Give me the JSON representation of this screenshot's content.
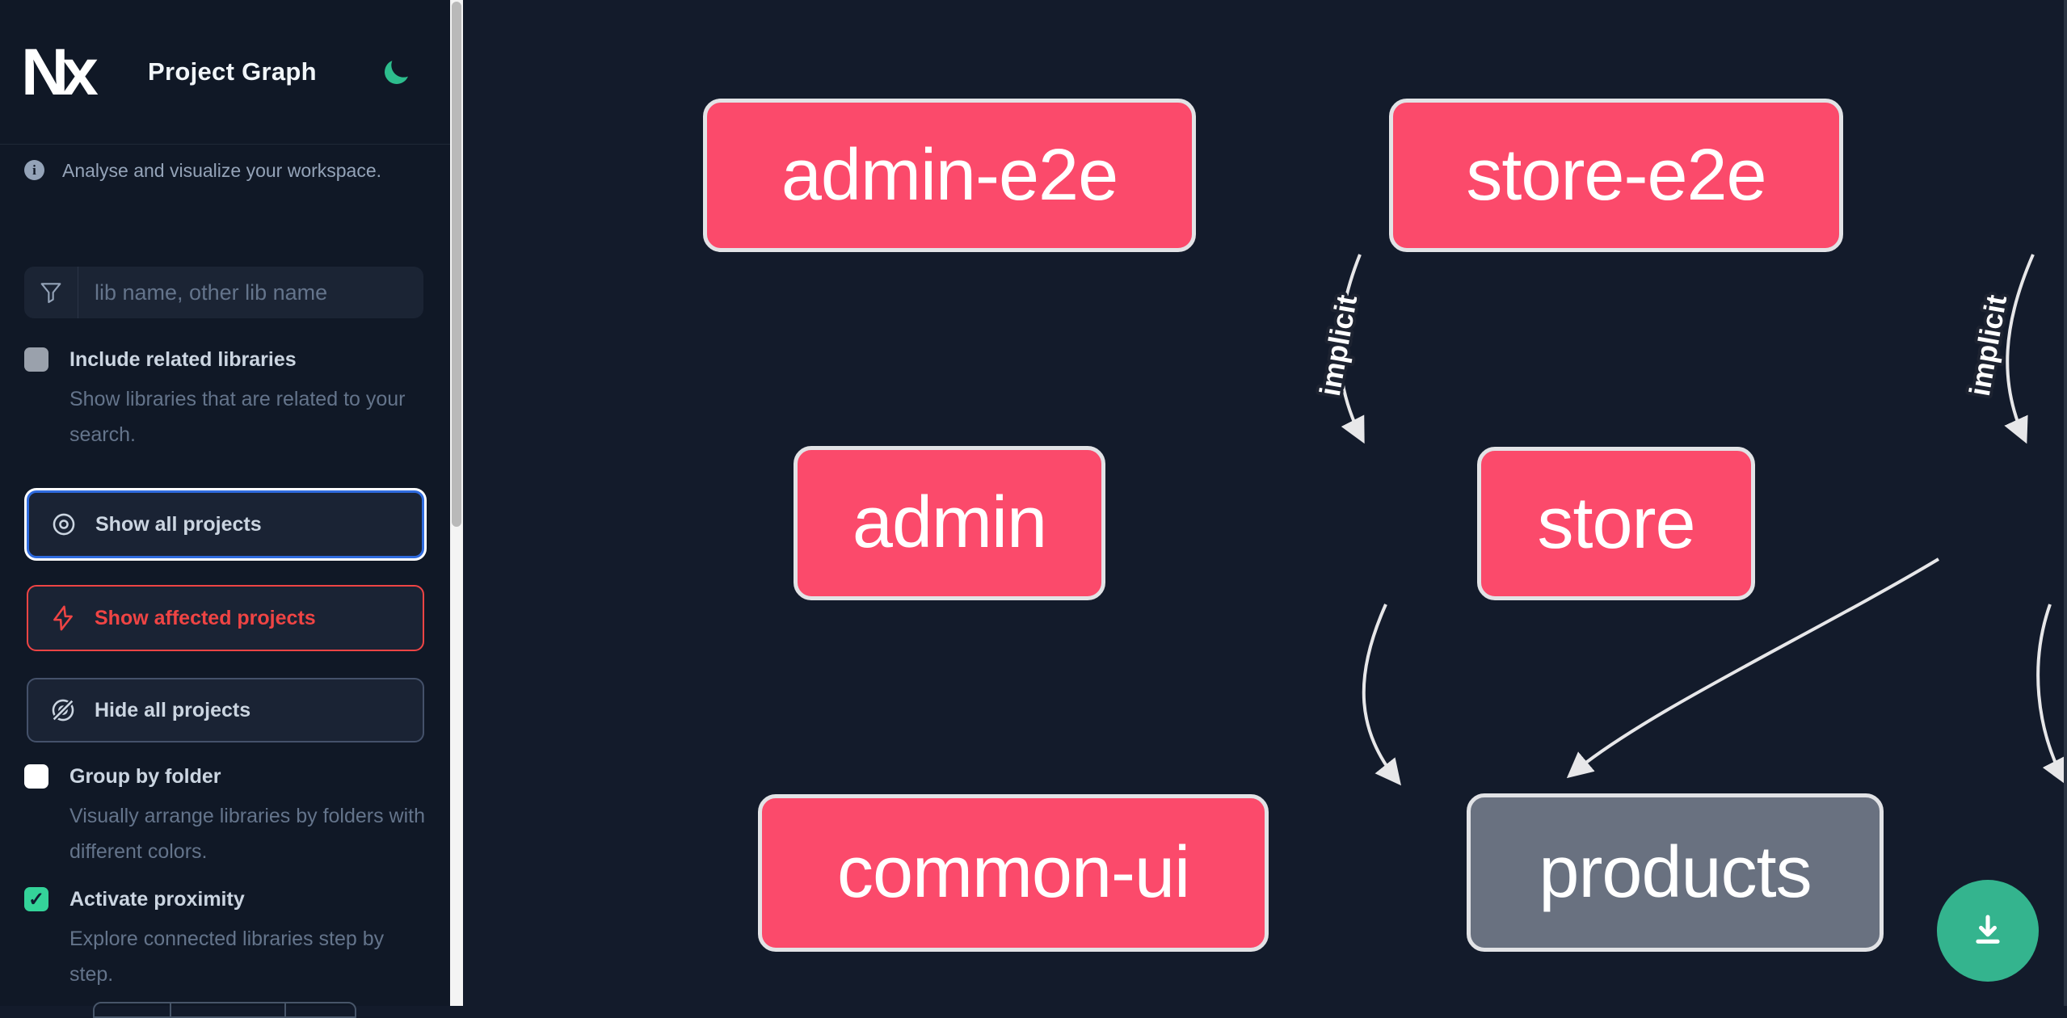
{
  "app": {
    "logo_text": "Nx",
    "title": "Project Graph",
    "tagline": "Analyse and visualize your workspace."
  },
  "sidebar": {
    "search": {
      "placeholder": "lib name, other lib name"
    },
    "checkboxes": [
      {
        "label": "Include related libraries",
        "description": "Show libraries that are related to your search.",
        "checked": false,
        "disabled": true
      },
      {
        "label": "Group by folder",
        "description": "Visually arrange libraries by folders with different colors.",
        "checked": false,
        "disabled": false
      },
      {
        "label": "Activate proximity",
        "description": "Explore connected libraries step by step.",
        "checked": true,
        "disabled": false
      }
    ],
    "buttons": [
      {
        "label": "Show all projects",
        "state": "focused"
      },
      {
        "label": "Show affected projects",
        "state": "affected"
      },
      {
        "label": "Hide all projects",
        "state": "default"
      }
    ]
  },
  "graph": {
    "nodes": [
      {
        "id": "admin-e2e",
        "label": "admin-e2e",
        "type": "affected"
      },
      {
        "id": "store-e2e",
        "label": "store-e2e",
        "type": "affected"
      },
      {
        "id": "admin",
        "label": "admin",
        "type": "affected"
      },
      {
        "id": "store",
        "label": "store",
        "type": "affected"
      },
      {
        "id": "common-ui",
        "label": "common-ui",
        "type": "affected"
      },
      {
        "id": "products",
        "label": "products",
        "type": "normal"
      }
    ],
    "edges": [
      {
        "from": "admin-e2e",
        "to": "admin",
        "label": "implicit"
      },
      {
        "from": "store-e2e",
        "to": "store",
        "label": "implicit"
      },
      {
        "from": "admin",
        "to": "common-ui",
        "label": ""
      },
      {
        "from": "store",
        "to": "common-ui",
        "label": ""
      },
      {
        "from": "store",
        "to": "products",
        "label": ""
      }
    ]
  },
  "icons": {
    "check_glyph": "✓",
    "info_glyph": "i"
  },
  "colors": {
    "background": "#131b2b",
    "sidebar_background": "#101826",
    "node_affected": "#fb4a6b",
    "node_normal": "#697180",
    "node_border": "#e2e3e6",
    "edge": "#e7e7e9",
    "accent_focus": "#2f6bdf",
    "accent_affected": "#ef4444",
    "accent_green": "#34d399",
    "fab_green": "#34b48e",
    "moon_green": "#2dbd8d"
  }
}
